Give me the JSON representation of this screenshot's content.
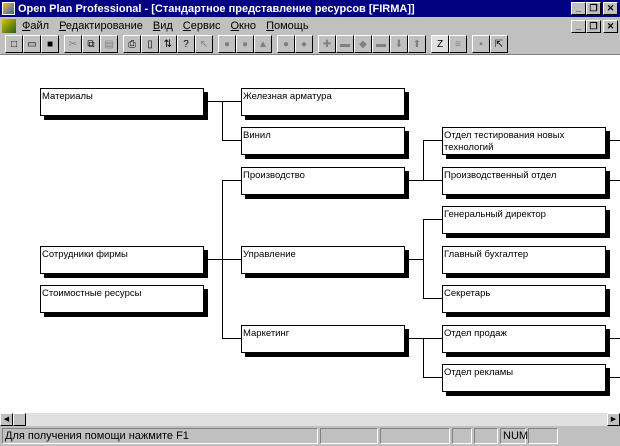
{
  "window": {
    "title": "Open Plan Professional - [Стандартное представление ресурсов [FIRMA]]"
  },
  "menu": [
    "Файл",
    "Редактирование",
    "Вид",
    "Сервис",
    "Окно",
    "Помощь"
  ],
  "toolbar": [
    "new-icon",
    "open-icon",
    "save-icon",
    "cut-icon",
    "copy-icon",
    "paste-icon",
    "print-icon",
    "print-preview-icon",
    "import-icon",
    "help-icon",
    "context-help-icon",
    "circle-icon",
    "circle-half-icon",
    "arch-icon",
    "circle-icon",
    "circle-icon",
    "add-icon",
    "remove-icon",
    "link-icon",
    "unlink-icon",
    "arrow-down-icon",
    "arrow-up-icon",
    "z-sort-icon",
    "list-icon",
    "collapse-icon",
    "expand-icon"
  ],
  "nodes": {
    "materials": "Материалы",
    "iron": "Железная арматура",
    "vinyl": "Винил",
    "employees": "Сотрудники фирмы",
    "cost": "Стоимостные ресурсы",
    "production": "Производство",
    "management": "Управление",
    "marketing": "Маркетинг",
    "testing": "Отдел тестирования новых технологий",
    "prod_dept": "Производственный отдел",
    "ceo": "Генеральный директор",
    "accountant": "Главный бухгалтер",
    "secretary": "Секретарь",
    "sales": "Отдел продаж",
    "ads": "Отдел рекламы"
  },
  "status": {
    "help": "Для получения помощи нажмите F1",
    "num": "NUM"
  }
}
